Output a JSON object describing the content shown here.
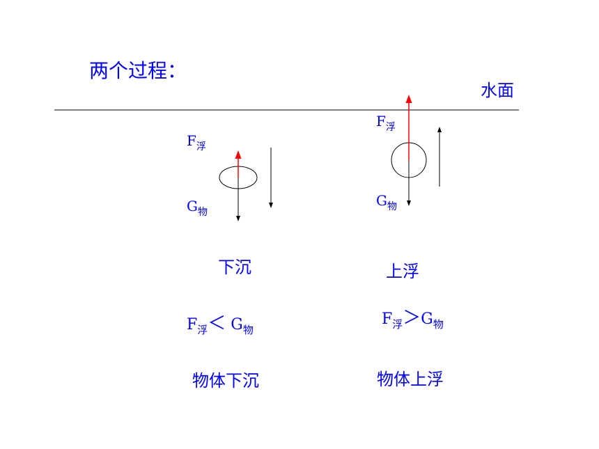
{
  "title": "两个过程：",
  "water_surface_label": "水面",
  "force_symbols": {
    "buoyancy_main": "F",
    "buoyancy_sub": "浮",
    "gravity_main": "G",
    "gravity_sub": "物"
  },
  "sinking": {
    "caption": "下沉",
    "relation_left_main": "F",
    "relation_left_sub": "浮",
    "relation_op": "＜",
    "relation_right_main": " G",
    "relation_right_sub": "物",
    "conclusion": "物体下沉"
  },
  "floating": {
    "caption": "上浮",
    "relation_left_main": "F",
    "relation_left_sub": "浮",
    "relation_op": "＞",
    "relation_right_main": "G",
    "relation_right_sub": "物",
    "conclusion": "物体上浮"
  },
  "colors": {
    "text": "#0000ff",
    "buoyancy_arrow": "#ff0000",
    "gravity_arrow": "#000000"
  }
}
